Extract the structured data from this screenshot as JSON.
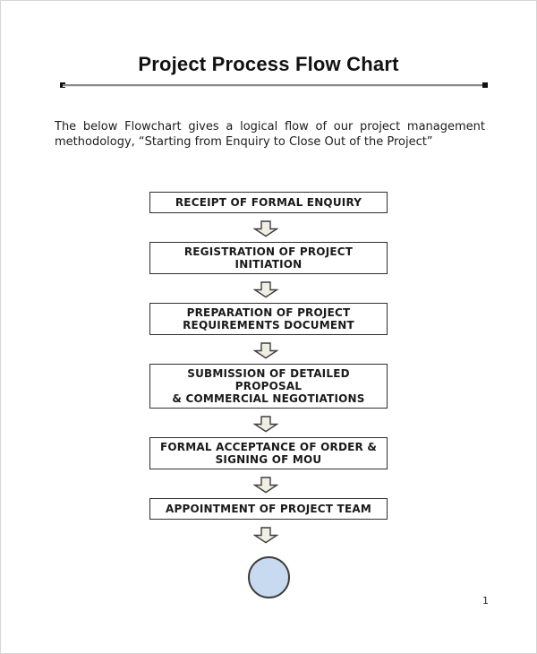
{
  "page": {
    "title": "Project Process Flow Chart",
    "intro": "The below Flowchart gives a logical flow of our project management methodology, “Starting from Enquiry to Close Out of the Project”",
    "page_number": "1"
  },
  "flowchart": {
    "steps": [
      {
        "label": "RECEIPT OF FORMAL ENQUIRY"
      },
      {
        "label": "REGISTRATION OF PROJECT\nINITIATION"
      },
      {
        "label": "PREPARATION OF PROJECT\nREQUIREMENTS DOCUMENT"
      },
      {
        "label": "SUBMISSION OF DETAILED PROPOSAL\n& COMMERCIAL NEGOTIATIONS"
      },
      {
        "label": "FORMAL ACCEPTANCE OF ORDER &\nSIGNING OF MOU"
      },
      {
        "label": "APPOINTMENT OF PROJECT TEAM"
      }
    ],
    "terminator": "circle",
    "colors": {
      "arrow_fill": "#f1eee4",
      "arrow_outline": "#3f3f3f",
      "box_border": "#2e2e2e",
      "circle_fill": "#c8daf0",
      "circle_outline": "#3d3d3d",
      "rule": "#8a8a8a",
      "text": "#1a1a1a"
    }
  }
}
